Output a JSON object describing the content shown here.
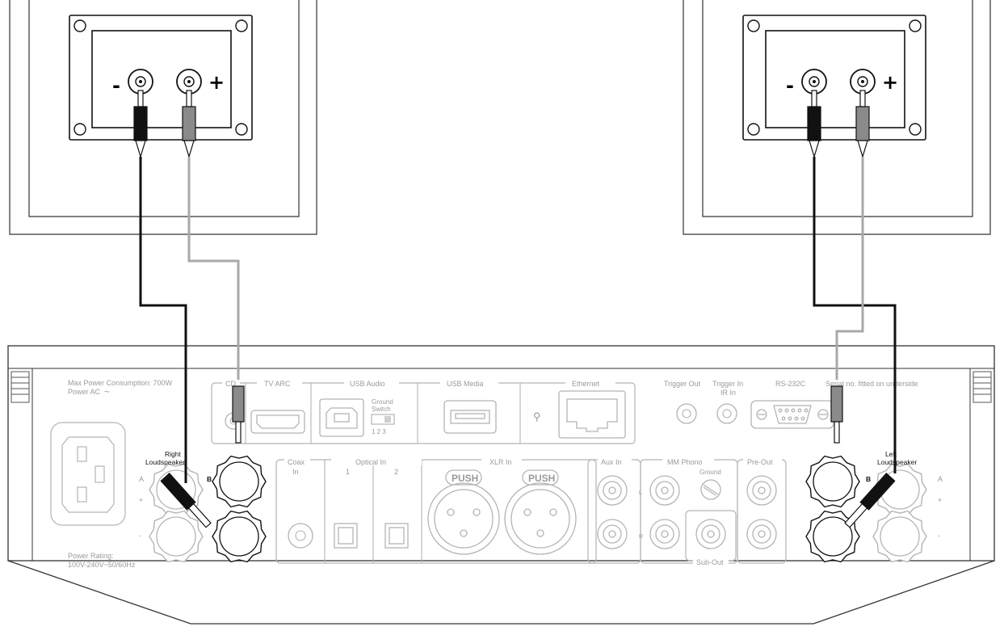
{
  "speaker_terminals": {
    "minus": "-",
    "plus": "+"
  },
  "amp": {
    "power_consumption": "Max Power Consumption: 700W",
    "power_ac": "Power AC",
    "power_ac_symbol": "~",
    "power_rating_1": "Power Rating:",
    "power_rating_2": "100V-240V~50/60Hz",
    "cd": "CD",
    "tv_arc": "TV ARC",
    "usb_audio": "USB Audio",
    "ground_switch_1": "Ground",
    "ground_switch_2": "Switch",
    "switch_positions": "1  2  3",
    "usb_media": "USB Media",
    "ethernet": "Ethernet",
    "network_symbol": "⚲",
    "trigger_out": "Trigger Out",
    "trigger_in": "Trigger In",
    "ir_in": "IR In",
    "rs232c": "RS-232C",
    "serial_note": "Serial no. fitted on underside",
    "right_loudspeaker_1": "Right",
    "right_loudspeaker_2": "Loudspeaker",
    "left_loudspeaker_1": "Left",
    "left_loudspeaker_2": "Loudspeaker",
    "a": "A",
    "b": "B",
    "plus": "+",
    "minus": "-",
    "coax_1": "Coax",
    "coax_2": "In",
    "optical_in": "Optical In",
    "optical_1": "1",
    "optical_2": "2",
    "xlr_in": "XLR In",
    "push": "PUSH",
    "aux_in": "Aux In",
    "mm_phono": "MM Phono",
    "ground": "Ground",
    "pre_out": "Pre-Out",
    "l": "L",
    "r": "R",
    "sub_out": "Sub-Out"
  },
  "colors": {
    "amp_line": "#333333",
    "panel_line": "#b4b4b4",
    "wire_black": "#111111",
    "wire_grey": "#a8a8a8"
  }
}
